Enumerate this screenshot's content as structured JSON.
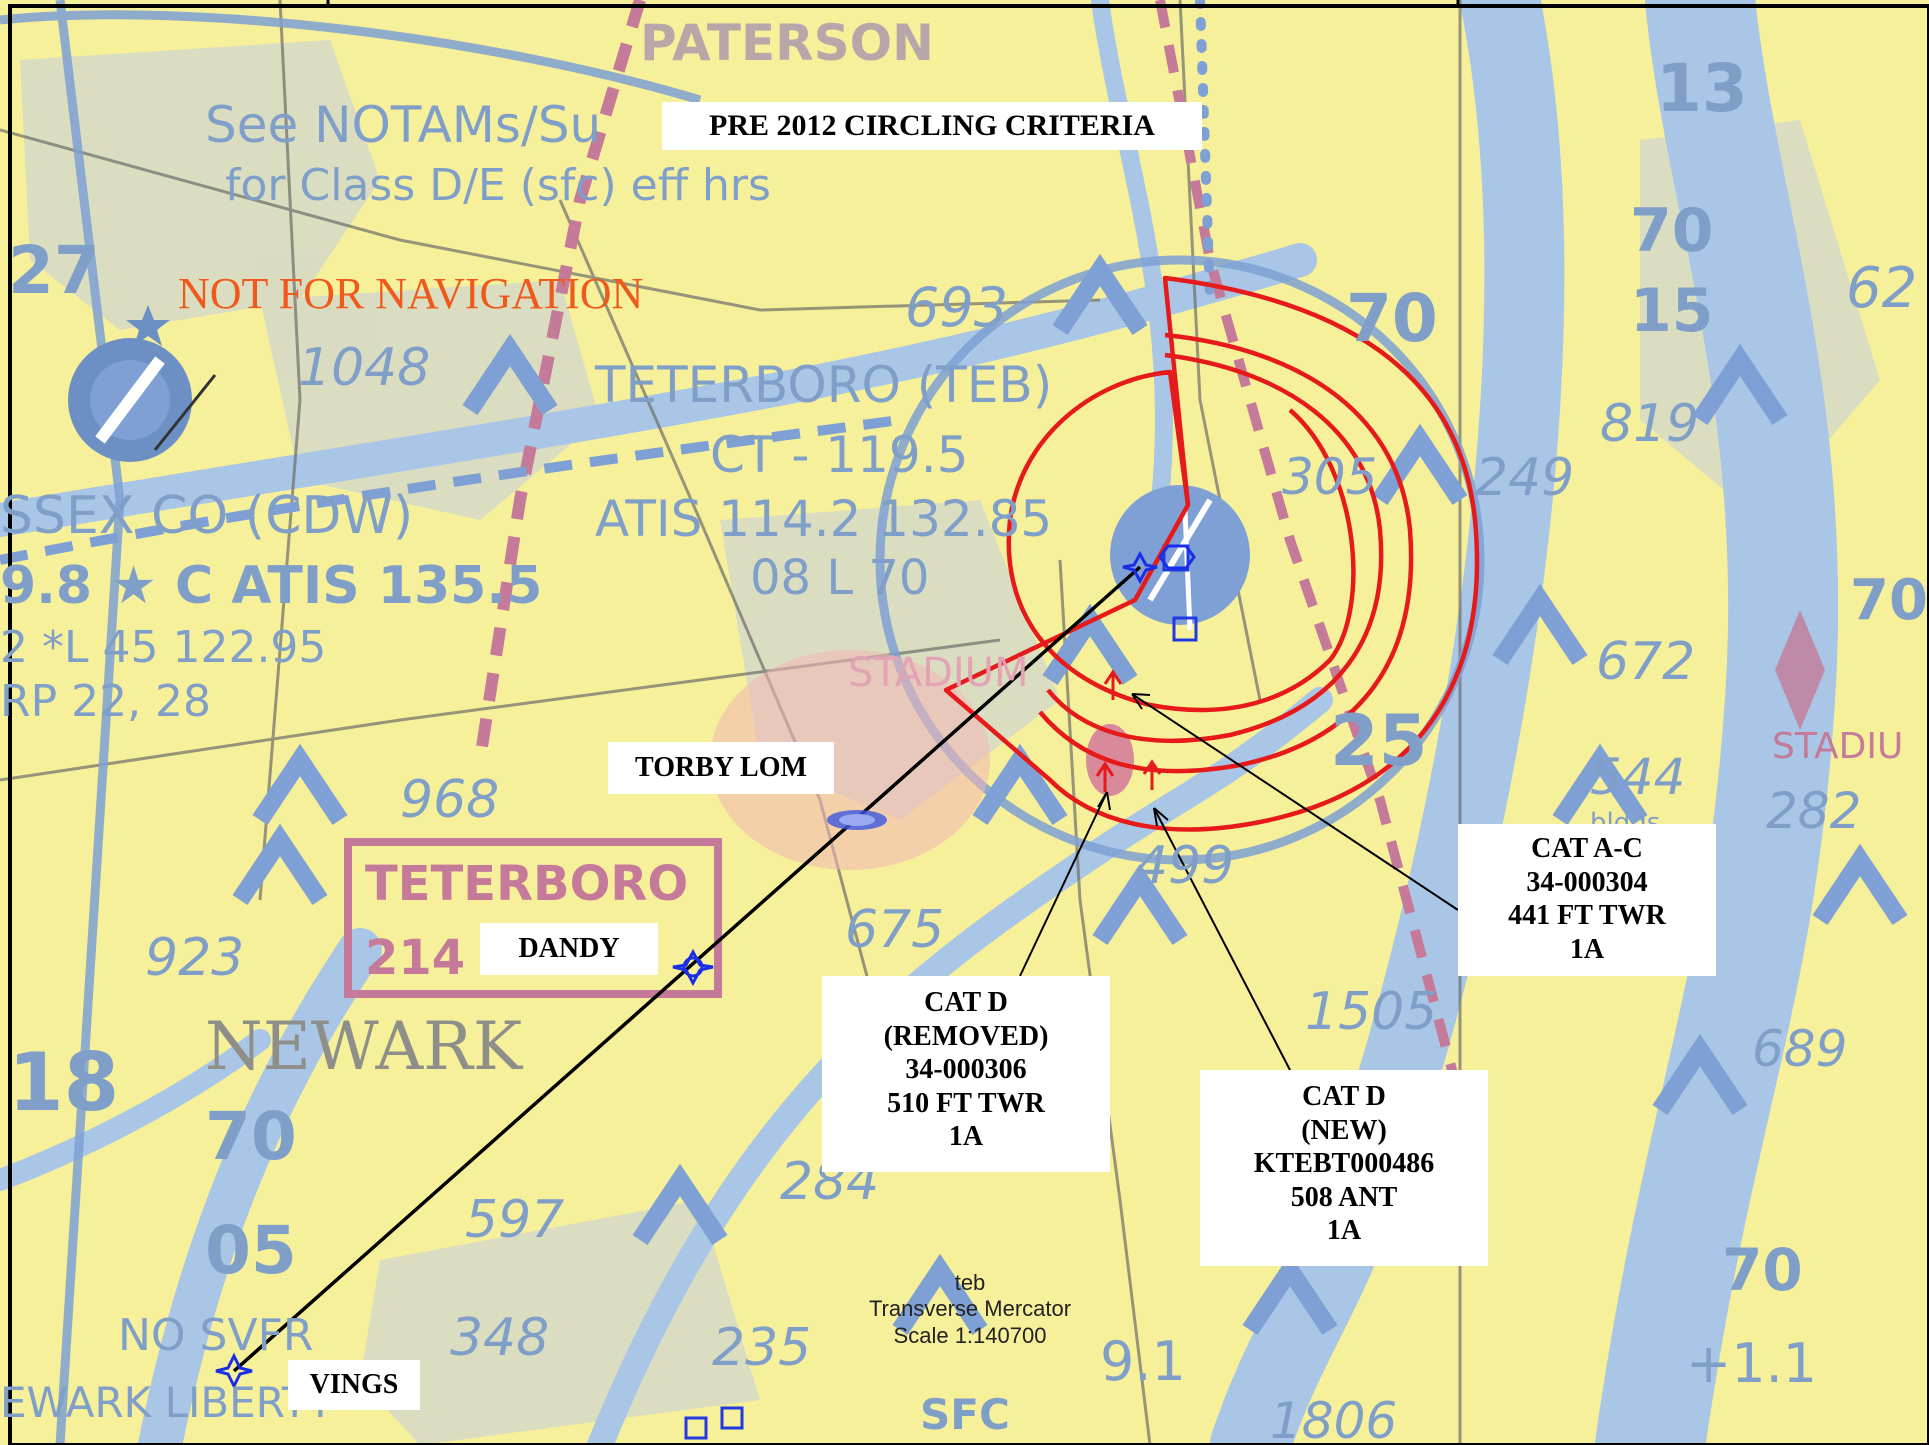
{
  "map": {
    "title": "PRE 2012 CIRCLING CRITERIA",
    "disclaimer": "NOT FOR NAVIGATION",
    "colors": {
      "land": "#f7f09a",
      "water": "#a9c6e6",
      "chart_ink": "#6c8fc4",
      "circling_boundary": "#e61a1a",
      "approach_course": "#000000",
      "disclaimer_text": "#ef5a1c",
      "airspace_boundary": "#c47a98"
    },
    "fixes": [
      {
        "name": "TORBY LOM",
        "icon": "ndb-locator-icon"
      },
      {
        "name": "DANDY",
        "icon": "waypoint-star-icon"
      },
      {
        "name": "VINGS",
        "icon": "waypoint-star-icon"
      }
    ],
    "obstacles": [
      {
        "lines": [
          "CAT A-C",
          "34-000304",
          "441 FT TWR",
          "1A"
        ]
      },
      {
        "lines": [
          "CAT D",
          "(REMOVED)",
          "34-000306",
          "510 FT TWR",
          "1A"
        ]
      },
      {
        "lines": [
          "CAT D",
          "(NEW)",
          "KTEBT000486",
          "508 ANT",
          "1A"
        ]
      }
    ],
    "scale_block": {
      "name": "teb",
      "projection": "Transverse Mercator",
      "scale": "Scale 1:140700"
    },
    "chart_labels": {
      "paterson": "PATERSON",
      "notams1": "See NOTAMs/Su",
      "notams2": "for Class D/E (sfc) eff hrs",
      "teterboro": "TETERBORO (TEB)",
      "ct": "CT - 119.5",
      "atis": "ATIS 114.2 132.85",
      "rwy": "08 L 70",
      "essex": "SSEX CO (CDW)",
      "essex_atis": "9.8 ★ C ATIS 135.5",
      "essex_l": "2 *L 45 122.95",
      "essex_rp": "RP 22, 28",
      "newark": "NEWARK",
      "teterboro_box": "TETERBORO",
      "teterboro_box_num": "214",
      "stadium": "STADIUM",
      "stadium_right": "STADIU",
      "no_svfr": "NO SVFR",
      "newark_liberty": "EWARK LIBERTY",
      "sfc": "SFC",
      "bldgs": "bldgs",
      "elev_1048": "1048",
      "elev_693": "693",
      "elev_968": "968",
      "elev_923": "923",
      "elev_675": "675",
      "elev_499": "499",
      "elev_1505": "1505",
      "elev_597": "597",
      "elev_284": "284",
      "elev_348": "348",
      "elev_235": "235",
      "elev_305": "305",
      "elev_249": "249",
      "elev_819": "819",
      "elev_672": "672",
      "elev_544": "544",
      "elev_282": "282",
      "elev_689": "689",
      "elev_1806": "1806",
      "ceil_70_15": "70",
      "floor_15": "15",
      "ceil_70_05": "70",
      "floor_05": "05",
      "num_13": "13",
      "num_27": "27",
      "num_25": "25",
      "num_18": "18",
      "num_70b": "70",
      "num_62": "62",
      "num_70c": "70",
      "num_9_1": "9.1",
      "num_1_1": "+1.1",
      "num_70d": "70"
    }
  }
}
